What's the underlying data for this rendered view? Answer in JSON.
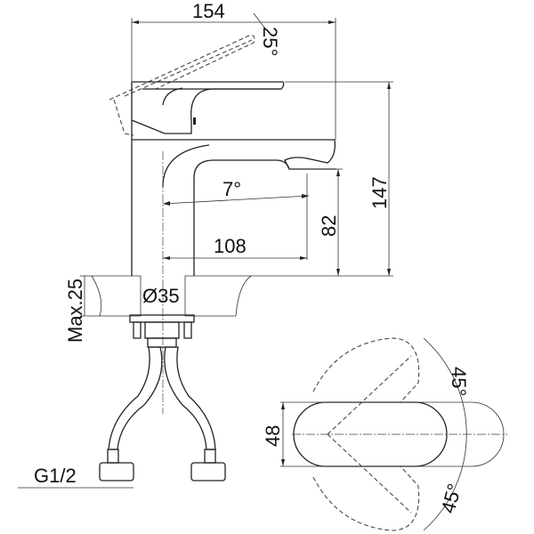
{
  "drawing": {
    "front_view": {
      "width_label": "154",
      "height_label": "147",
      "lever_angle_label": "25°",
      "spout_angle_label": "7°",
      "spout_reach_label": "108",
      "spout_height_label": "82",
      "hole_diameter_label": "Ø35",
      "max_thickness_label": "Max.25",
      "thread_label": "G1/2"
    },
    "top_view": {
      "handle_width_label": "48",
      "rotation_left_label": "45°",
      "rotation_right_label": "45°"
    },
    "colors": {
      "line": "#222222",
      "background": "#ffffff"
    }
  }
}
